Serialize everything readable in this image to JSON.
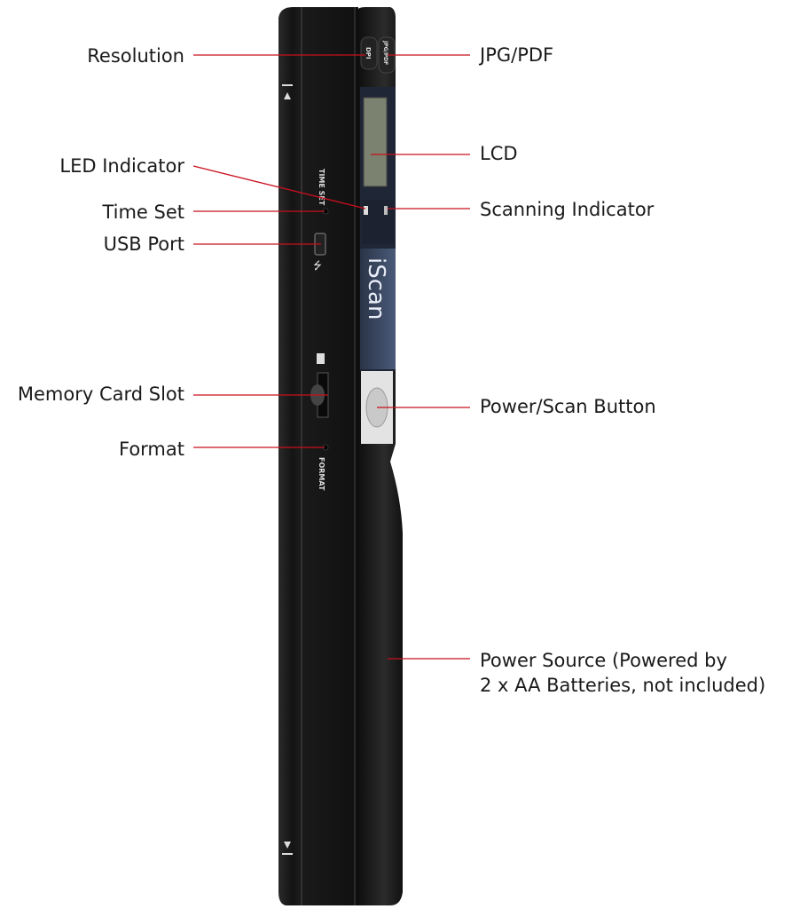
{
  "title": "iScan handheld scanner parts diagram",
  "device": {
    "brand": "iScan",
    "button_dpi": "DPI",
    "button_jpg_pdf": "JPG/PDF",
    "side_time_set": "TIME SET",
    "side_format": "FORMAT"
  },
  "labels_left": [
    {
      "id": "resolution",
      "text": "Resolution"
    },
    {
      "id": "led-indicator",
      "text": "LED Indicator"
    },
    {
      "id": "time-set",
      "text": "Time Set"
    },
    {
      "id": "usb-port",
      "text": "USB Port"
    },
    {
      "id": "memory-card-slot",
      "text": "Memory Card Slot"
    },
    {
      "id": "format",
      "text": "Format"
    }
  ],
  "labels_right": [
    {
      "id": "jpg-pdf",
      "text": "JPG/PDF"
    },
    {
      "id": "lcd",
      "text": "LCD"
    },
    {
      "id": "scanning-indicator",
      "text": "Scanning Indicator"
    },
    {
      "id": "power-scan-button",
      "text": "Power/Scan Button"
    },
    {
      "id": "power-source",
      "text": "Power Source (Powered by",
      "text2": "2 x AA Batteries, not included)"
    }
  ],
  "colors": {
    "leader_line": "#c8101e",
    "body": "#1b1b1b",
    "label_panel": "#34415a"
  }
}
